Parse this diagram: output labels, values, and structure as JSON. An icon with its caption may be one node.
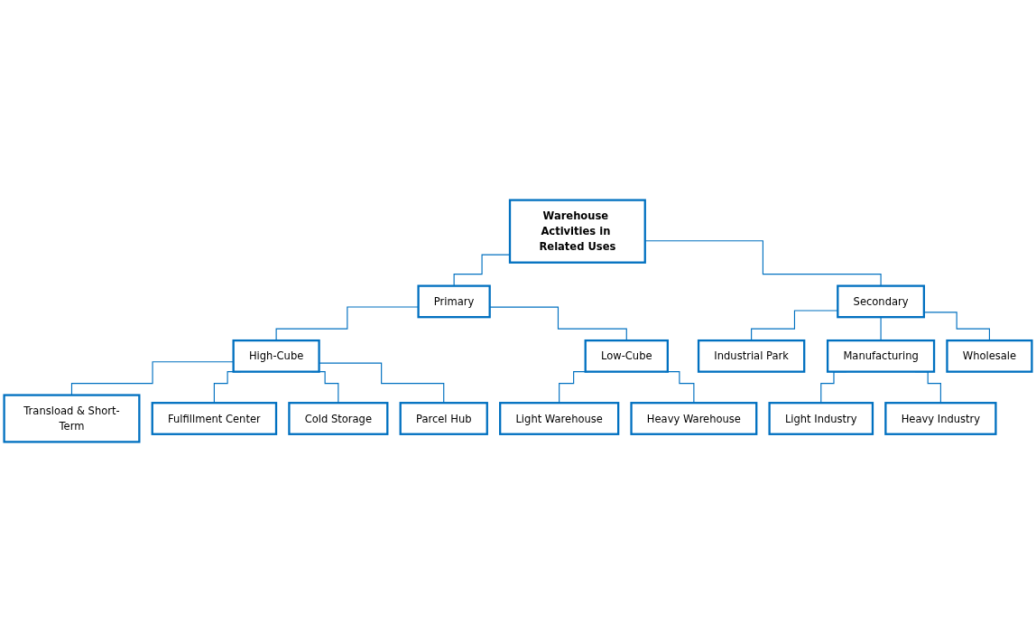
{
  "diagram": {
    "nodes": [
      {
        "text": [
          "Warehouse Activities in Related Uses"
        ]
      },
      {
        "text": [
          "Primary"
        ]
      },
      {
        "text": [
          "Secondary"
        ]
      },
      {
        "text": [
          "High-Cube"
        ]
      },
      {
        "text": [
          "Transload & Short-Term"
        ]
      },
      {
        "text": [
          "Fulfillment Center"
        ]
      },
      {
        "text": [
          "Cold Storage"
        ]
      },
      {
        "text": [
          "Parcel Hub"
        ]
      },
      {
        "text": [
          "Low-Cube"
        ]
      },
      {
        "text": [
          "Light Warehouse"
        ]
      },
      {
        "text": [
          "Heavy Warehouse"
        ]
      },
      {
        "text": [
          "Industrial Park"
        ]
      },
      {
        "text": [
          "Manufacturing"
        ]
      },
      {
        "text": [
          "Light Industry"
        ]
      },
      {
        "text": [
          "Heavy Industry"
        ]
      },
      {
        "text": [
          "Wholesale"
        ]
      }
    ],
    "edges": [
      {
        "from": 0,
        "to": 1,
        "arrow": "none"
      },
      {
        "from": 0,
        "to": 2,
        "arrow": "none"
      },
      {
        "from": 1,
        "to": 3,
        "arrow": "none"
      },
      {
        "from": 1,
        "to": 8,
        "arrow": "none"
      },
      {
        "from": 3,
        "to": 4,
        "arrow": "none"
      },
      {
        "from": 3,
        "to": 5,
        "arrow": "none"
      },
      {
        "from": 3,
        "to": 6,
        "arrow": "none"
      },
      {
        "from": 3,
        "to": 7,
        "arrow": "none"
      },
      {
        "from": 8,
        "to": 9,
        "arrow": "none"
      },
      {
        "from": 8,
        "to": 10,
        "arrow": "none"
      },
      {
        "from": 2,
        "to": 11,
        "arrow": "none"
      },
      {
        "from": 2,
        "to": 12,
        "arrow": "none"
      },
      {
        "from": 2,
        "to": 15,
        "arrow": "none"
      },
      {
        "from": 12,
        "to": 13,
        "arrow": "none"
      },
      {
        "from": 12,
        "to": 14,
        "arrow": "none"
      }
    ]
  }
}
